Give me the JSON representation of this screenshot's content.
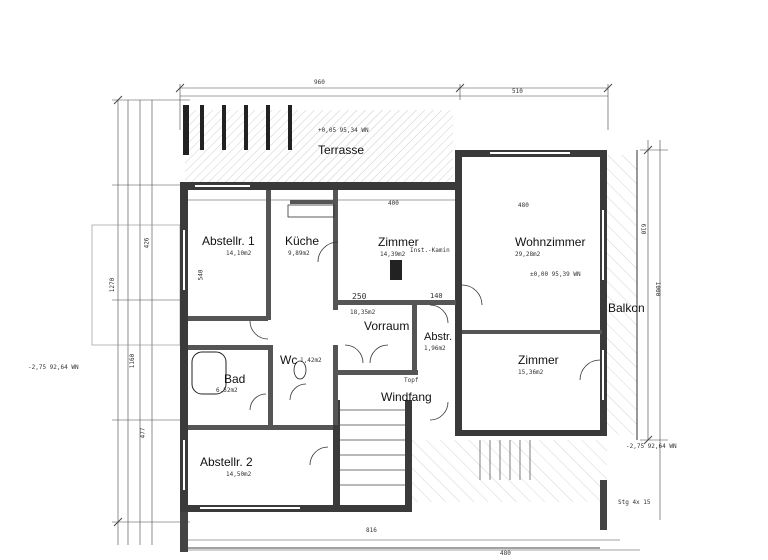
{
  "rooms": {
    "terrasse": "Terrasse",
    "abstellraum_1": "Abstellr. 1",
    "abstellraum_1_area": "14,10m2",
    "kueche": "Küche",
    "kueche_area": "9,89m2",
    "zimmer_1": "Zimmer",
    "zimmer_1_area": "14,39m2",
    "wohnzimmer": "Wohnzimmer",
    "wohnzimmer_area": "29,28m2",
    "vorraum": "Vorraum",
    "vorraum_area": "18,35m2",
    "abstellraum_small": "Abstr.",
    "abstellraum_small_area": "1,96m2",
    "zimmer_2": "Zimmer",
    "zimmer_2_area": "15,36m2",
    "wc": "Wc",
    "wc_area": "1,42m2",
    "bad": "Bad",
    "bad_area": "6,52m2",
    "windfang": "Windfang",
    "abstellraum_2": "Abstellr. 2",
    "abstellraum_2_area": "14,50m2",
    "balkon": "Balkon"
  },
  "dimensions": {
    "top_total": "960",
    "top_right": "510",
    "zimmer_width": "400",
    "wohnzimmer_width": "480",
    "left_total": "1270",
    "left_mid": "1160",
    "left_sub": "426",
    "left_sub2": "477",
    "right_total": "1000",
    "right_sub": "610",
    "bottom_mid": "816",
    "bottom_right": "480",
    "vorraum_a": "250",
    "vorraum_b": "140",
    "abstr_width": "540",
    "elevation_terrasse": "+0,05 95,34 WN",
    "elevation_wohn": "±0,00 95,39 WN",
    "elevation_balcony": "-2,75 92,64 WN",
    "elevation_left": "-2,75 92,64 WN",
    "stair_note": "Stg 4x 15"
  },
  "annotations": {
    "topf": "Topf",
    "kamin": "Inst.-Kamin"
  }
}
